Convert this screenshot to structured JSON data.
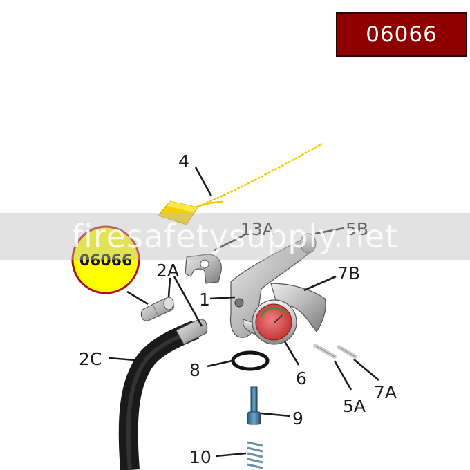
{
  "part_number_badge": "06066",
  "watermark": "firesafetysupply.net",
  "kit_callout": "06066",
  "labels": {
    "l4": "4",
    "l13a": "13A",
    "l5b": "5B",
    "l2a": "2A",
    "l7b": "7B",
    "l1": "1",
    "l2c": "2C",
    "l8": "8",
    "l6": "6",
    "l5a": "5A",
    "l7a": "7A",
    "l9": "9",
    "l10": "10"
  },
  "colors": {
    "badge": "#8e0000",
    "kit_callout": "#ffff00",
    "kit_callout_ring": "#b01010",
    "tamper_seal": "#f2d000",
    "gauge_face": "#d64a4a"
  }
}
